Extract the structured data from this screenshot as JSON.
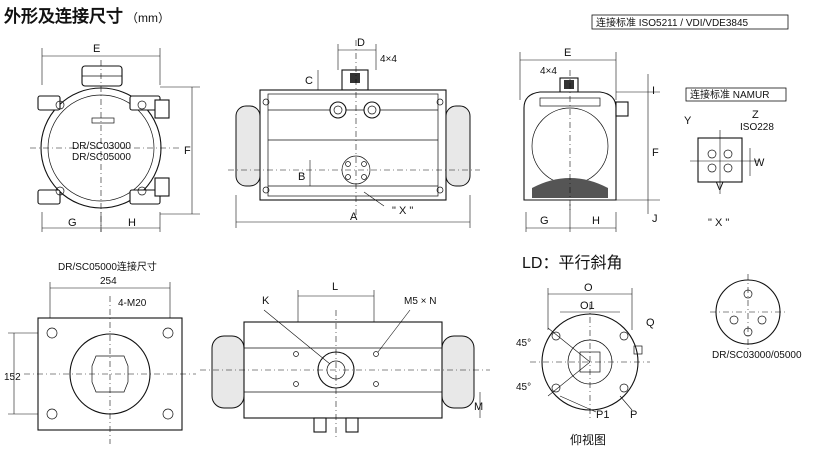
{
  "title": {
    "main": "外形及连接尺寸",
    "unit": "（mm）"
  },
  "standards": {
    "iso_vdi": "连接标准 ISO5211 / VDI/VDE3845",
    "namur": "连接标准 NAMUR"
  },
  "ld_label": "LD：平行斜角",
  "bottom_view_label": "仰视图",
  "connection_title": "DR/SC05000连接尺寸",
  "model_labels": {
    "front_1": "DR/SC03000",
    "front_2": "DR/SC05000",
    "bolt_pattern": "DR/SC03000/05000"
  },
  "dims": {
    "E": "E",
    "F": "F",
    "G": "G",
    "H": "H",
    "D": "D",
    "C": "C",
    "B": "B",
    "A": "A",
    "I": "I",
    "J": "J",
    "K": "K",
    "L": "L",
    "M": "M",
    "N": "M5 × N",
    "O": "O",
    "O1": "O1",
    "P": "P",
    "P1": "P1",
    "Q": "Q",
    "X_view": "\" X \"",
    "Y": "Y",
    "Z": "Z",
    "V": "V",
    "W": "W",
    "iso228": "ISO228",
    "sq4": "4×4",
    "sq4_b": "4×4",
    "d254": "254",
    "d152": "152",
    "m20": "4-M20",
    "ang1": "45°",
    "ang2": "45°"
  }
}
